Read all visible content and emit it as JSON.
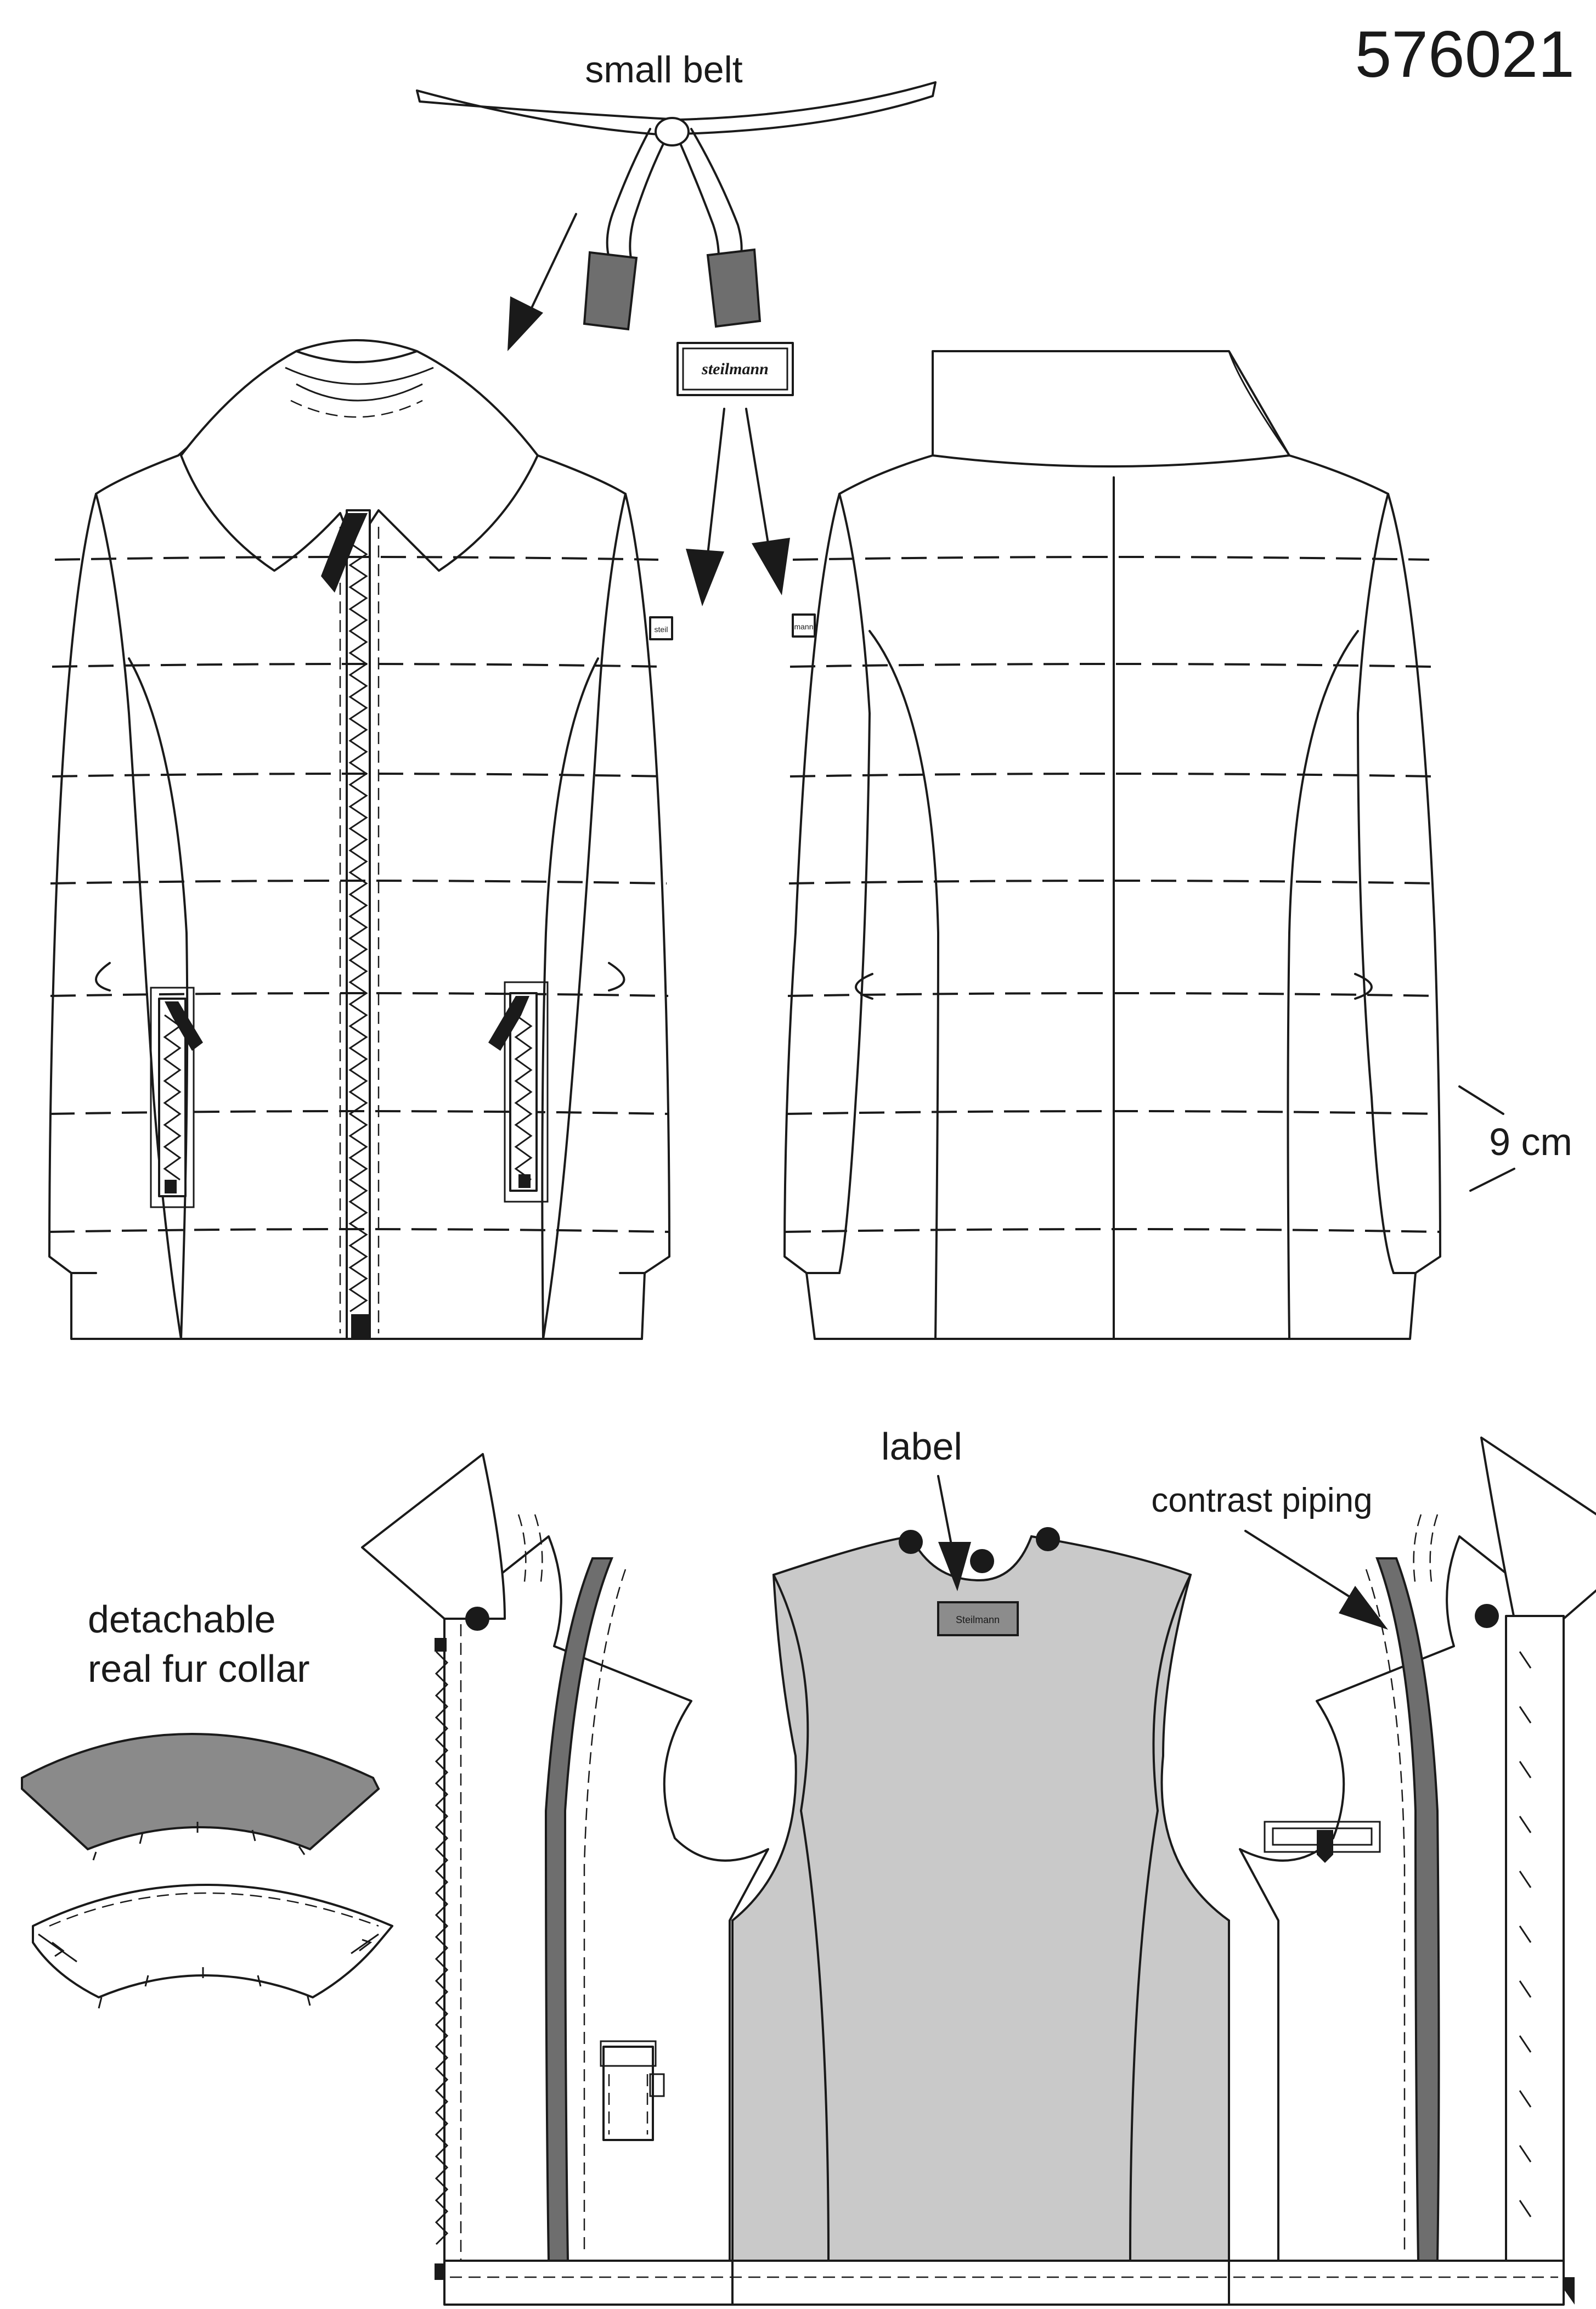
{
  "article_number": "576021",
  "callouts": {
    "small_belt": "small belt",
    "measurement": "9 cm",
    "label": "label",
    "contrast_piping": "contrast piping",
    "fur_collar_line1": "detachable",
    "fur_collar_line2": "real fur collar"
  },
  "brand_tag": "steilmann",
  "sleeve_tag_front": "steil",
  "sleeve_tag_back": "mann",
  "inner_label": "Steilmann",
  "colors": {
    "line": "#1a1a1a",
    "belt_stopper": "#6e6e6e",
    "lining": "#c9c9c9",
    "piping": "#6e6e6e",
    "fur": "#8a8a8a",
    "label_fill": "#8c8c8c"
  }
}
